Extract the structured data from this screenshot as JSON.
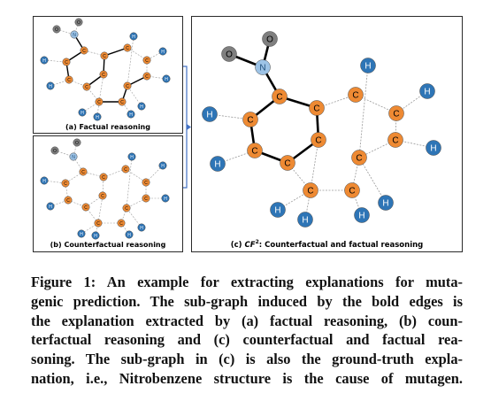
{
  "panels": {
    "a": {
      "caption": "(a) Factual reasoning"
    },
    "b": {
      "caption": "(b) Counterfactual reasoning"
    },
    "c": {
      "caption_prefix": "(c) ",
      "caption_math": "CF",
      "caption_sup": "2",
      "caption_suffix": ": Counterfactual and factual reasoning"
    }
  },
  "caption": {
    "lines": [
      "Figure 1: An example for extracting explanations for muta-",
      "genic prediction. The sub-graph induced by the bold edges is",
      "the explanation extracted by (a) factual reasoning, (b) coun-",
      "terfactual reasoning and (c) counterfactual and factual rea-",
      "soning. The sub-graph in (c) is also the ground-truth expla-",
      "nation, i.e., Nitrobenzene structure is the cause of mutagen."
    ]
  },
  "colors": {
    "carbon": "#ee8a33",
    "hydrogen": "#2e75b6",
    "nitrogen": "#9dc3e6",
    "oxygen": "#7f7f7f",
    "panel_border": "#2a2a2a",
    "arrow": "#4472c4"
  },
  "molecule": {
    "atoms": [
      {
        "id": "O1",
        "label": "O"
      },
      {
        "id": "O2",
        "label": "O"
      },
      {
        "id": "N",
        "label": "N"
      },
      {
        "id": "C1",
        "label": "C"
      },
      {
        "id": "C2",
        "label": "C"
      },
      {
        "id": "C3",
        "label": "C"
      },
      {
        "id": "C4",
        "label": "C"
      },
      {
        "id": "C5",
        "label": "C"
      },
      {
        "id": "C6",
        "label": "C"
      },
      {
        "id": "C7",
        "label": "C"
      },
      {
        "id": "C8",
        "label": "C"
      },
      {
        "id": "C9",
        "label": "C"
      },
      {
        "id": "C10",
        "label": "C"
      },
      {
        "id": "C11",
        "label": "C"
      },
      {
        "id": "C12",
        "label": "C"
      },
      {
        "id": "H1",
        "label": "H"
      },
      {
        "id": "H2",
        "label": "H"
      },
      {
        "id": "H3",
        "label": "H"
      },
      {
        "id": "H4",
        "label": "H"
      },
      {
        "id": "H5",
        "label": "H"
      },
      {
        "id": "H6",
        "label": "H"
      },
      {
        "id": "H7",
        "label": "H"
      },
      {
        "id": "H8",
        "label": "H"
      },
      {
        "id": "H9",
        "label": "H"
      }
    ],
    "bonds": [
      [
        "O1",
        "N"
      ],
      [
        "O2",
        "N"
      ],
      [
        "N",
        "C1"
      ],
      [
        "C1",
        "C2"
      ],
      [
        "C2",
        "C3"
      ],
      [
        "C3",
        "C4"
      ],
      [
        "C4",
        "C5"
      ],
      [
        "C5",
        "C6"
      ],
      [
        "C6",
        "C1"
      ],
      [
        "C6",
        "C7"
      ],
      [
        "C7",
        "C8"
      ],
      [
        "C8",
        "C9"
      ],
      [
        "C9",
        "C10"
      ],
      [
        "C10",
        "C11"
      ],
      [
        "C11",
        "C12"
      ],
      [
        "C12",
        "C5"
      ],
      [
        "C12",
        "C4"
      ],
      [
        "H1",
        "C2"
      ],
      [
        "H2",
        "C3"
      ],
      [
        "H3",
        "C8"
      ],
      [
        "H4",
        "C9"
      ],
      [
        "H5",
        "C10"
      ],
      [
        "H6",
        "C10"
      ],
      [
        "H7",
        "C11"
      ],
      [
        "H8",
        "C12"
      ],
      [
        "H9",
        "C12"
      ]
    ],
    "bold_a": [
      [
        "N",
        "C1"
      ],
      [
        "C1",
        "C2"
      ],
      [
        "C2",
        "C3"
      ],
      [
        "C4",
        "C5"
      ],
      [
        "C5",
        "C6"
      ],
      [
        "C6",
        "C7"
      ],
      [
        "C9",
        "C10"
      ],
      [
        "C10",
        "C11"
      ],
      [
        "C11",
        "C12"
      ]
    ],
    "bold_b": [],
    "bold_c": [
      [
        "O1",
        "N"
      ],
      [
        "O2",
        "N"
      ],
      [
        "N",
        "C1"
      ],
      [
        "C1",
        "C2"
      ],
      [
        "C2",
        "C3"
      ],
      [
        "C3",
        "C4"
      ],
      [
        "C4",
        "C5"
      ],
      [
        "C5",
        "C6"
      ],
      [
        "C6",
        "C1"
      ]
    ]
  }
}
